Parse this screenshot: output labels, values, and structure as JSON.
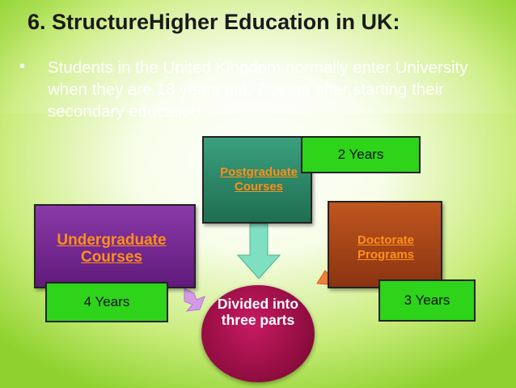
{
  "slide": {
    "title": "6. StructureHigher Education in UK:",
    "bullet": "Students in the United Kingdom normally enter University when they are 18 years old, 7 years after starting their secondary education."
  },
  "diagram": {
    "center": "Divided into three parts",
    "undergraduate": {
      "label": "Undergraduate Courses",
      "duration": "4 Years",
      "color": "#7a2a96"
    },
    "postgraduate": {
      "label": "Postgraduate Courses",
      "duration": "2 Years",
      "color": "#2e8b6a"
    },
    "doctorate": {
      "label": "Doctorate Programs",
      "duration": "3 Years",
      "color": "#a8451a"
    },
    "colors": {
      "label_text": "#ff8f1a",
      "duration_box": "#2dd41a",
      "center": "#a3104a",
      "arrow": "#c98be0"
    }
  }
}
